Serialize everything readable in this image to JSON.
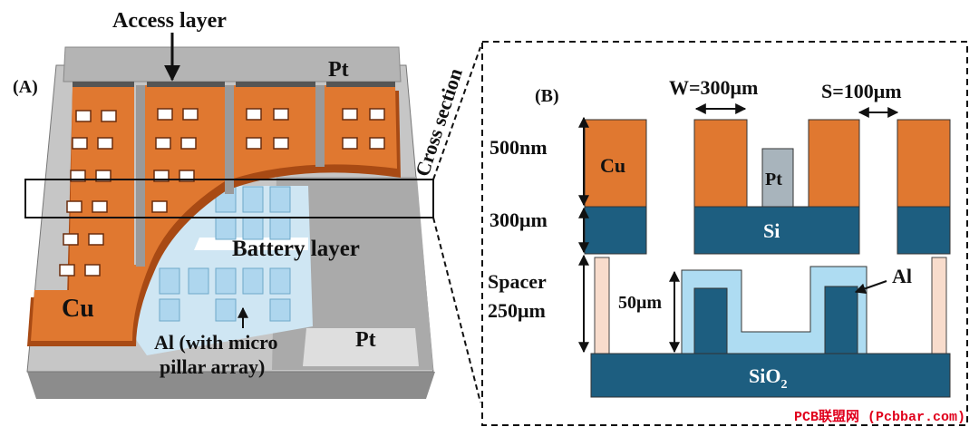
{
  "panel_a": {
    "label": "(A)",
    "access_layer": "Access layer",
    "pt_top": "Pt",
    "cross_section": "Cross section",
    "battery_layer": "Battery layer",
    "cu": "Cu",
    "al_line1": "Al (with micro",
    "al_line2": "pillar array)",
    "pt_bottom": "Pt"
  },
  "panel_b": {
    "label": "(B)",
    "width_label": "W=300μm",
    "spacing_label": "S=100μm",
    "thickness_500": "500nm",
    "cu": "Cu",
    "pt": "Pt",
    "thickness_300": "300μm",
    "si": "Si",
    "spacer_line1": "Spacer",
    "spacer_line2": "250μm",
    "pillar_height": "50μm",
    "al": "Al",
    "sio2_base": "SiO",
    "sio2_sub": "2"
  },
  "watermark": "PCB联盟网 (Pcbbar.com)",
  "colors": {
    "copper": "#e07830",
    "copper_dark": "#a84a14",
    "si": "#1d5e80",
    "al_light": "#aedcf2",
    "pt_gray": "#a8b4bc",
    "spacer": "#f8dccc",
    "platform": "#c8c8c8",
    "watermark": "#e0001c"
  }
}
